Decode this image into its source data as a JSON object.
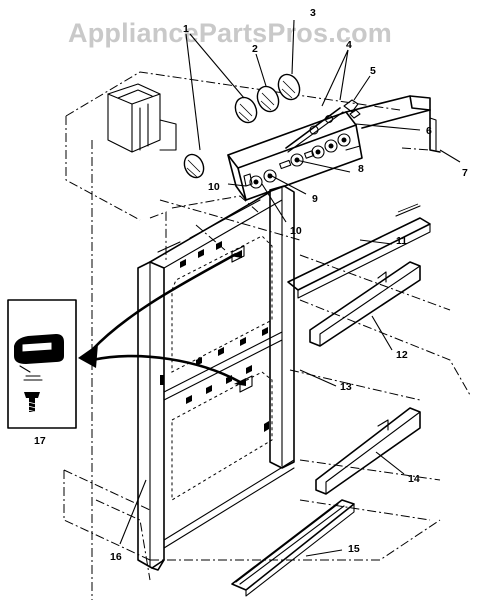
{
  "watermark": "AppliancePartsPros.com",
  "callouts": [
    {
      "id": "1",
      "label": "1"
    },
    {
      "id": "2",
      "label": "2"
    },
    {
      "id": "3",
      "label": "3"
    },
    {
      "id": "4",
      "label": "4"
    },
    {
      "id": "5",
      "label": "5"
    },
    {
      "id": "6",
      "label": "6"
    },
    {
      "id": "7",
      "label": "7"
    },
    {
      "id": "8",
      "label": "8"
    },
    {
      "id": "9",
      "label": "9"
    },
    {
      "id": "10a",
      "label": "10"
    },
    {
      "id": "10b",
      "label": "10"
    },
    {
      "id": "11",
      "label": "11"
    },
    {
      "id": "12",
      "label": "12"
    },
    {
      "id": "13",
      "label": "13"
    },
    {
      "id": "14",
      "label": "14"
    },
    {
      "id": "15",
      "label": "15"
    },
    {
      "id": "16",
      "label": "16"
    },
    {
      "id": "17",
      "label": "17"
    }
  ],
  "colors": {
    "line": "#000000",
    "watermark": "#c9c9c9",
    "background": "#ffffff"
  }
}
